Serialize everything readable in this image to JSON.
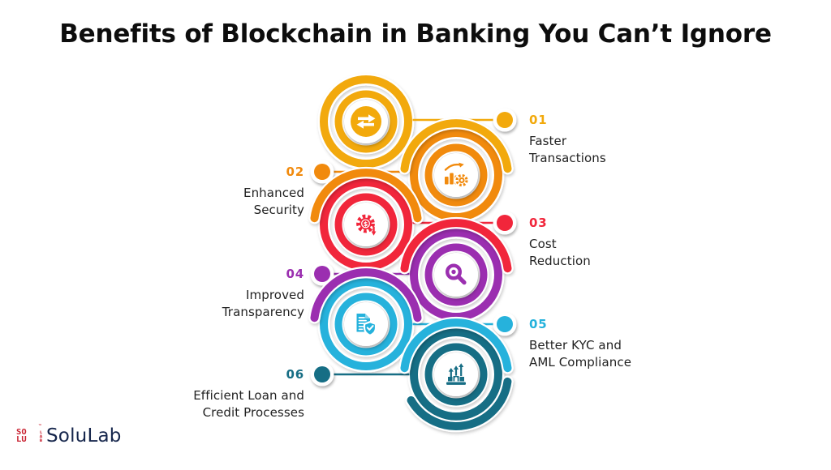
{
  "title": "Benefits of Blockchain in Banking You Can’t Ignore",
  "items": [
    {
      "number": "01",
      "line1": "Faster",
      "line2": "Transactions",
      "color": "#F2A90B",
      "icon": "exchange-arrows",
      "side": "right"
    },
    {
      "number": "02",
      "line1": "Enhanced",
      "line2": "Security",
      "color": "#F18A0D",
      "icon": "growth-chart-gear",
      "side": "left"
    },
    {
      "number": "03",
      "line1": "Cost",
      "line2": "Reduction",
      "color": "#F1263B",
      "icon": "gear-dollar",
      "side": "right"
    },
    {
      "number": "04",
      "line1": "Improved",
      "line2": "Transparency",
      "color": "#9B2FB0",
      "icon": "magnifier-search",
      "side": "left"
    },
    {
      "number": "05",
      "line1": "Better KYC and",
      "line2": "AML Compliance",
      "color": "#25B2DC",
      "icon": "document-shield-check",
      "side": "right"
    },
    {
      "number": "06",
      "line1": "Efficient Loan and",
      "line2": "Credit Processes",
      "color": "#176E85",
      "icon": "bank-growth-arrows",
      "side": "left"
    }
  ],
  "brand": {
    "name": "SoluLab",
    "logo_top": "SO",
    "logo_bottom": "LU",
    "logo_side": "LAB",
    "logo_tm": "™",
    "icon_color": "#C8202F",
    "name_color": "#16264C"
  }
}
